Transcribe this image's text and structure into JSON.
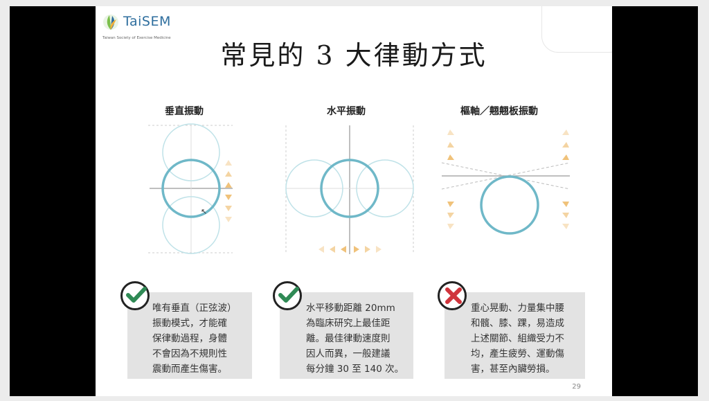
{
  "logo": {
    "name": "TaiSEM",
    "subtitle": "Taiwan Society of Exercise Medicine"
  },
  "slide": {
    "title": "常見的 3 大律動方式",
    "page_number": "29"
  },
  "diagrams": [
    {
      "title": "垂直振動"
    },
    {
      "title": "水平振動"
    },
    {
      "title": "樞軸／翹翹板振動"
    }
  ],
  "boxes": [
    {
      "verdict": "check",
      "lines": [
        "唯有垂直（正弦波）",
        "振動模式，才能確",
        "保律動過程，身體",
        "不會因為不規則性",
        "震動而產生傷害。"
      ]
    },
    {
      "verdict": "check",
      "lines": [
        "水平移動距離 20mm",
        "為臨床研究上最佳距",
        "離。最佳律動速度則",
        "因人而異，一般建議",
        "每分鐘 30 至 140 次。"
      ]
    },
    {
      "verdict": "cross",
      "lines": [
        "重心晃動、力量集中腰",
        "和髖、膝、踝，易造成",
        "上述關節、組織受力不",
        "均，產生疲勞、運動傷",
        "害，甚至內臟勞損。"
      ]
    }
  ],
  "colors": {
    "circle": "#8ccdd8",
    "circle_bold": "#6fb8c8",
    "arrow": "#f0c27a",
    "check": "#2f8a55",
    "cross": "#d0343c"
  }
}
